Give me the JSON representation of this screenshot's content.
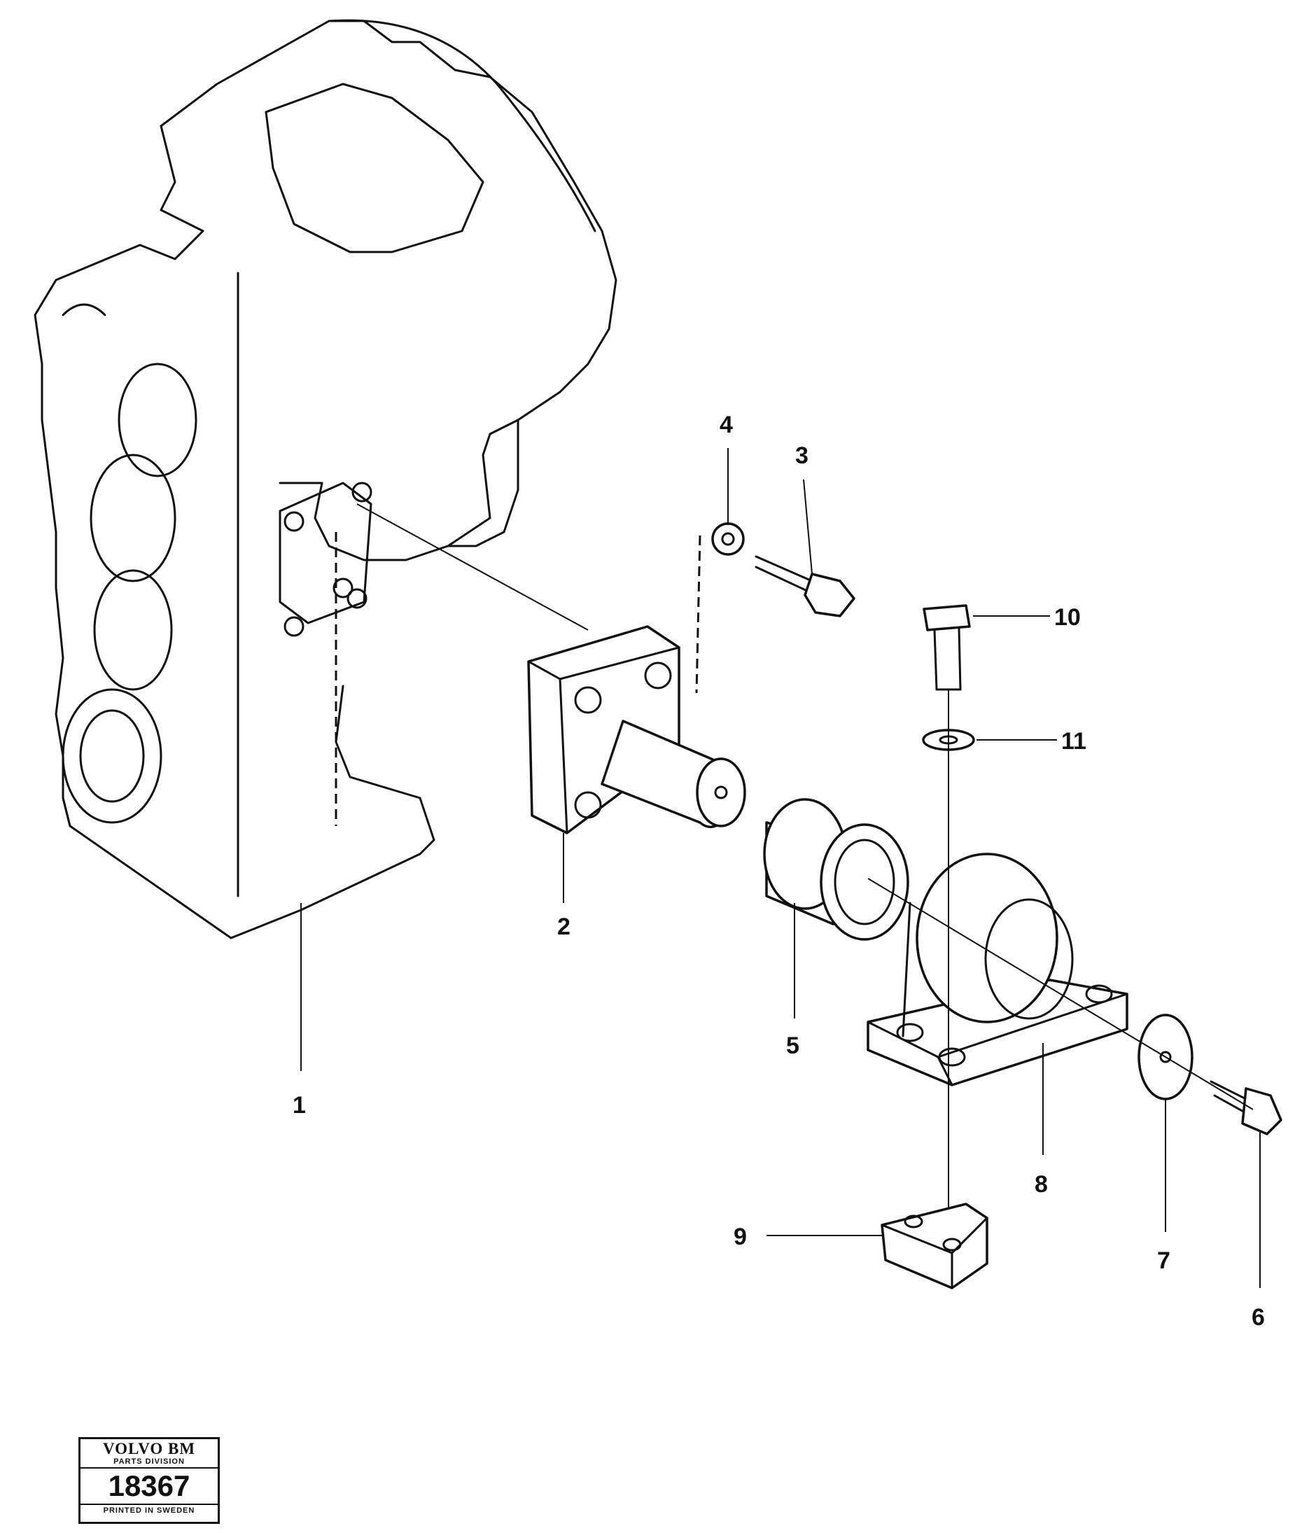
{
  "callouts": [
    {
      "id": "1",
      "label": "1"
    },
    {
      "id": "2",
      "label": "2"
    },
    {
      "id": "3",
      "label": "3"
    },
    {
      "id": "4",
      "label": "4"
    },
    {
      "id": "5",
      "label": "5"
    },
    {
      "id": "6",
      "label": "6"
    },
    {
      "id": "7",
      "label": "7"
    },
    {
      "id": "8",
      "label": "8"
    },
    {
      "id": "9",
      "label": "9"
    },
    {
      "id": "10",
      "label": "10"
    },
    {
      "id": "11",
      "label": "11"
    }
  ],
  "stamp": {
    "brand": "VOLVO BM",
    "division": "PARTS DIVISION",
    "number": "18367",
    "printed": "PRINTED IN SWEDEN"
  }
}
